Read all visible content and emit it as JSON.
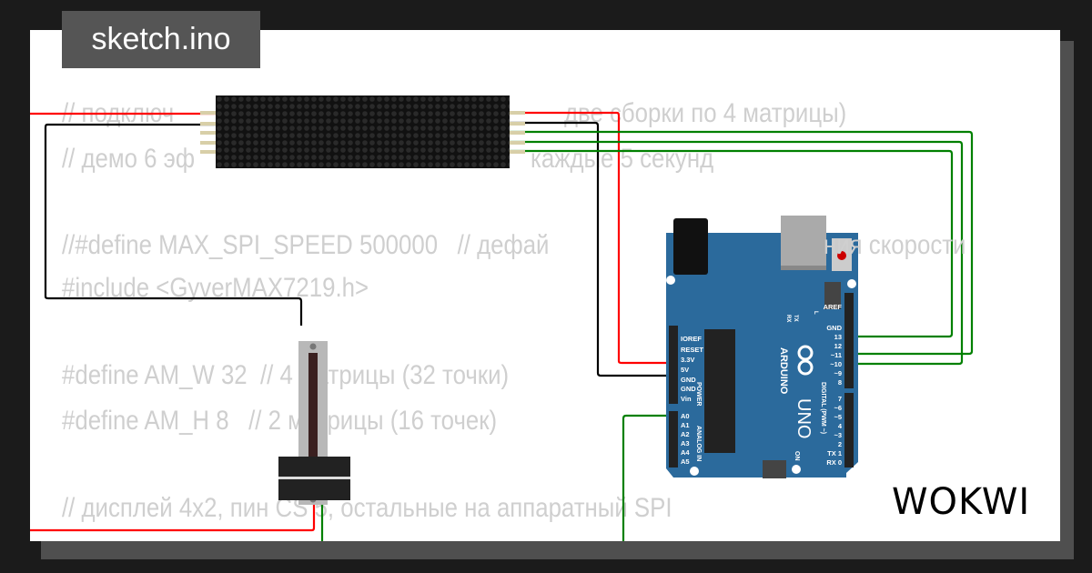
{
  "title": "sketch.ino",
  "code_lines": [
    {
      "a": "// подключ",
      "b": "две сборки по 4 матрицы)"
    },
    {
      "a": "// демо 6 эф",
      "b": "каждые 5 секунд"
    },
    {
      "a": "//#define MAX_SPI_SPEED 500000   // дефай",
      "b": "ния скорости"
    },
    {
      "a": "#include <GyverMAX7219.h>"
    },
    {
      "a": "#define AM_W 32  // 4 матрицы (32 точки)"
    },
    {
      "a": "#define AM_H 8   // 2 матрицы (16 точек)"
    },
    {
      "a": "// дисплей 4x2, пин CS 5, остальные на аппаратный SPI"
    }
  ],
  "arduino": {
    "brand": "ARDUINO",
    "model": "UNO",
    "power_pins": [
      "IOREF",
      "RESET",
      "3.3V",
      "5V",
      "GND",
      "GND",
      "Vin"
    ],
    "analog_pins": [
      "A0",
      "A1",
      "A2",
      "A3",
      "A4",
      "A5"
    ],
    "digital_pins_top": [
      "AREF",
      "GND",
      "13",
      "12",
      "~11",
      "~10",
      "~9",
      "8"
    ],
    "digital_pins_bottom": [
      "7",
      "~6",
      "~5",
      "4",
      "~3",
      "2",
      "TX 1",
      "RX 0"
    ],
    "labels": {
      "power": "POWER",
      "analog": "ANALOG IN",
      "digital": "DIGITAL (PWM ~)",
      "on": "ON",
      "tx": "TX",
      "rx": "RX",
      "l": "L"
    }
  },
  "logo": "WOKWI",
  "colors": {
    "board": "#2b6a9c",
    "wire_red": "#ff0000",
    "wire_green": "#008000",
    "wire_black": "#000000",
    "code_text": "#cfcfcf"
  }
}
